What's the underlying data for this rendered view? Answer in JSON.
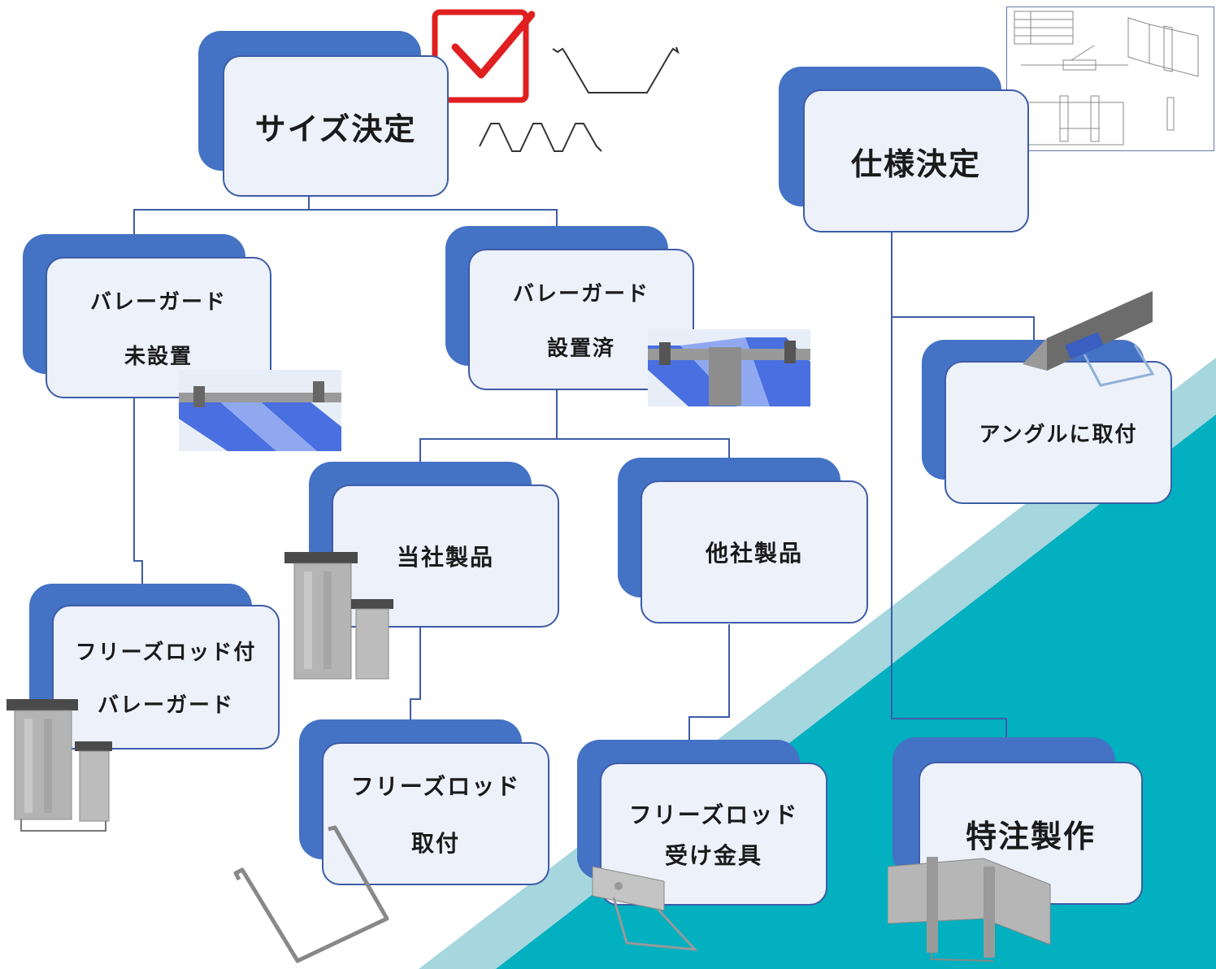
{
  "colors": {
    "accent": "#4472c4",
    "border": "#3d5ca8",
    "card": "#edf1fa",
    "teal": "#02b0bf",
    "lightTeal": "#a6d6de"
  },
  "nodes": {
    "size": {
      "lines": [
        "サイズ決定"
      ]
    },
    "spec": {
      "lines": [
        "仕様決定"
      ]
    },
    "noguard": {
      "lines": [
        "バレーガード",
        "未設置"
      ]
    },
    "guard": {
      "lines": [
        "バレーガード",
        "設置済"
      ]
    },
    "own": {
      "lines": [
        "当社製品"
      ]
    },
    "other": {
      "lines": [
        "他社製品"
      ]
    },
    "freezeGuard": {
      "lines": [
        "フリーズロッド付",
        "バレーガード"
      ]
    },
    "freezeRod": {
      "lines": [
        "フリーズロッド",
        "取付"
      ]
    },
    "bracket": {
      "lines": [
        "フリーズロッド",
        "受け金具"
      ]
    },
    "angle": {
      "lines": [
        "アングルに取付"
      ]
    },
    "custom": {
      "lines": [
        "特注製作"
      ]
    }
  },
  "icons": {
    "checkbox": "checkbox-checked-icon",
    "profiles": "roof-profile-icon",
    "drawing": "technical-drawing-icon"
  }
}
